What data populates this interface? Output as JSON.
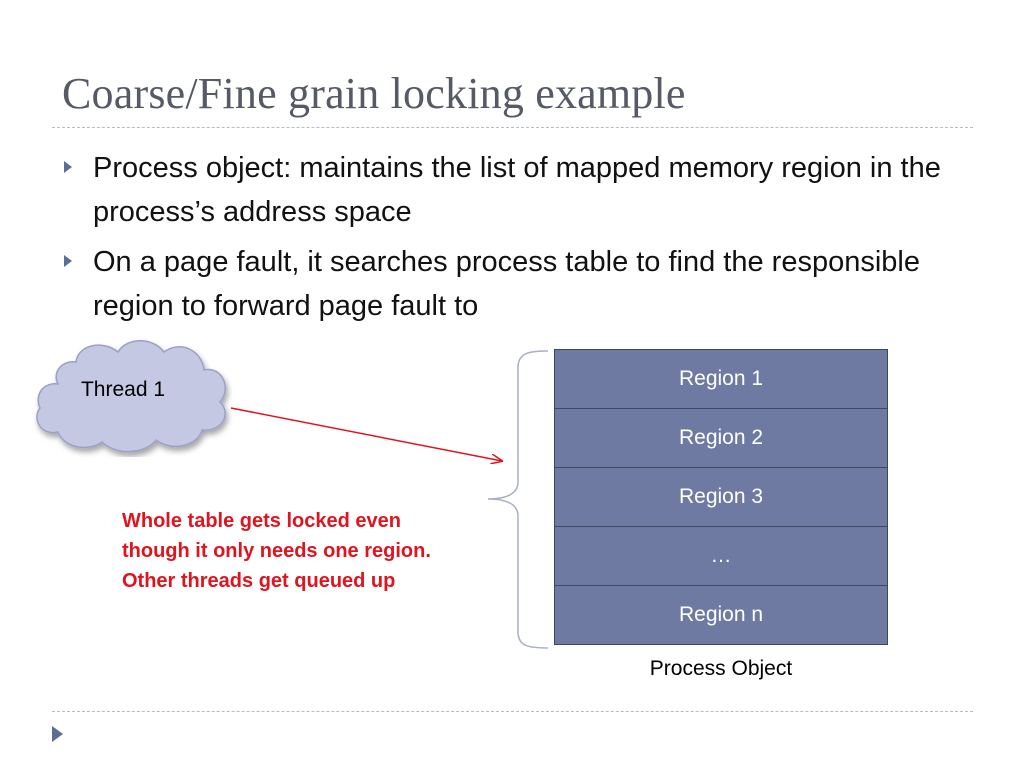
{
  "slide": {
    "title": "Coarse/Fine grain locking example",
    "bullets": [
      "Process object: maintains the list of mapped memory region in the process’s address space",
      "On a page fault, it searches process table to find the responsible region to forward page fault to"
    ],
    "cloud_label": "Thread 1",
    "note_lines": [
      "Whole table gets locked even",
      "though it only needs one region.",
      "Other threads get queued up"
    ],
    "table_rows": [
      "Region 1",
      "Region 2",
      "Region 3",
      "…",
      "Region n"
    ],
    "table_caption": "Process Object"
  },
  "colors": {
    "title": "#555a66",
    "note": "#e0141e",
    "row_fill": "#6f7aa3",
    "row_border": "#3b4a63",
    "cloud_fill": "#c4c8e2",
    "cloud_stroke": "#9aa0c8",
    "arrow": "#e0141e",
    "accent": "#5c6e94"
  },
  "icons": {
    "bullet": "triangle-right-icon",
    "nav": "play-triangle-icon"
  }
}
